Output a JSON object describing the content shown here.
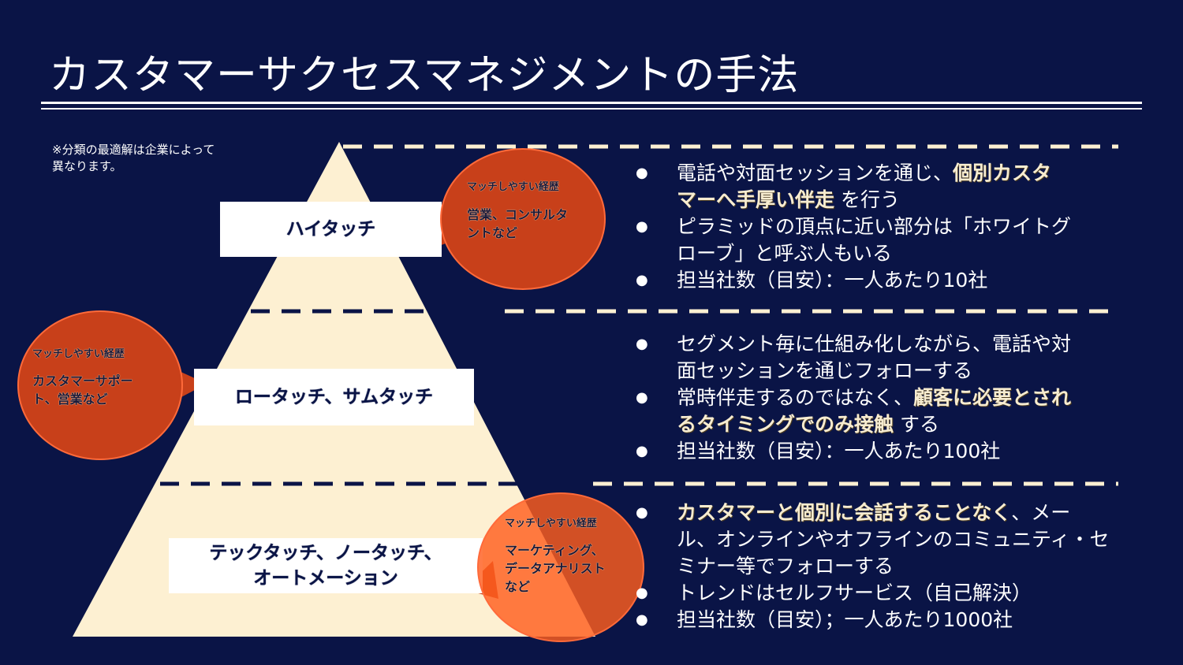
{
  "title": "カスタマーサクセスマネジメントの手法",
  "note": [
    "※分類の最適解は企業によって",
    "異なります。"
  ],
  "colors": {
    "background": "#0a1446",
    "pyramid": "#fdf0d2",
    "bubble": "#c8401a",
    "highlight": "#f7ecd0"
  },
  "tiers": [
    {
      "label_lines": [
        "ハイタッチ"
      ],
      "bubble": {
        "head": "マッチしやすい経歴",
        "lines": [
          "営業、コンサルタ",
          "ントなど"
        ]
      },
      "bullets": [
        {
          "lines": [
            [
              {
                "t": "電話や対面セッションを通じ、",
                "hl": false
              },
              {
                "t": "個別カスタ",
                "hl": true
              }
            ],
            [
              {
                "t": "マーへ手厚い伴走",
                "hl": true
              },
              {
                "t": " を行う",
                "hl": false
              }
            ]
          ]
        },
        {
          "lines": [
            [
              {
                "t": "ピラミッドの頂点に近い部分は「ホワイトグ",
                "hl": false
              }
            ],
            [
              {
                "t": "ローブ」と呼ぶ人もいる",
                "hl": false
              }
            ]
          ]
        },
        {
          "lines": [
            [
              {
                "t": "担当社数（目安）：一人あたり10社",
                "hl": false
              }
            ]
          ]
        }
      ]
    },
    {
      "label_lines": [
        "ロータッチ、サムタッチ"
      ],
      "bubble": {
        "head": "マッチしやすい経歴",
        "lines": [
          "カスタマーサポー",
          "ト、営業など"
        ]
      },
      "bullets": [
        {
          "lines": [
            [
              {
                "t": "セグメント毎に仕組み化しながら、電話や対",
                "hl": false
              }
            ],
            [
              {
                "t": "面セッションを通じフォローする",
                "hl": false
              }
            ]
          ]
        },
        {
          "lines": [
            [
              {
                "t": "常時伴走するのではなく、",
                "hl": false
              },
              {
                "t": "顧客に必要とされ",
                "hl": true
              }
            ],
            [
              {
                "t": "るタイミングでのみ接触",
                "hl": true
              },
              {
                "t": " する",
                "hl": false
              }
            ]
          ]
        },
        {
          "lines": [
            [
              {
                "t": "担当社数（目安）：一人あたり100社",
                "hl": false
              }
            ]
          ]
        }
      ]
    },
    {
      "label_lines": [
        "テックタッチ、ノータッチ、",
        "オートメーション"
      ],
      "bubble": {
        "head": "マッチしやすい経歴",
        "lines": [
          "マーケティング、",
          "データアナリスト",
          "など"
        ]
      },
      "bullets": [
        {
          "lines": [
            [
              {
                "t": "カスタマーと個別に会話することなく",
                "hl": true
              },
              {
                "t": "、メー",
                "hl": false
              }
            ],
            [
              {
                "t": "ル、オンラインやオフラインのコミュニティ・セ",
                "hl": false
              }
            ],
            [
              {
                "t": "ミナー等でフォローする",
                "hl": false
              }
            ]
          ]
        },
        {
          "lines": [
            [
              {
                "t": "トレンドはセルフサービス（自己解決）",
                "hl": false
              }
            ]
          ]
        },
        {
          "lines": [
            [
              {
                "t": "担当社数（目安）；一人あたり1000社",
                "hl": false
              }
            ]
          ]
        }
      ]
    }
  ]
}
